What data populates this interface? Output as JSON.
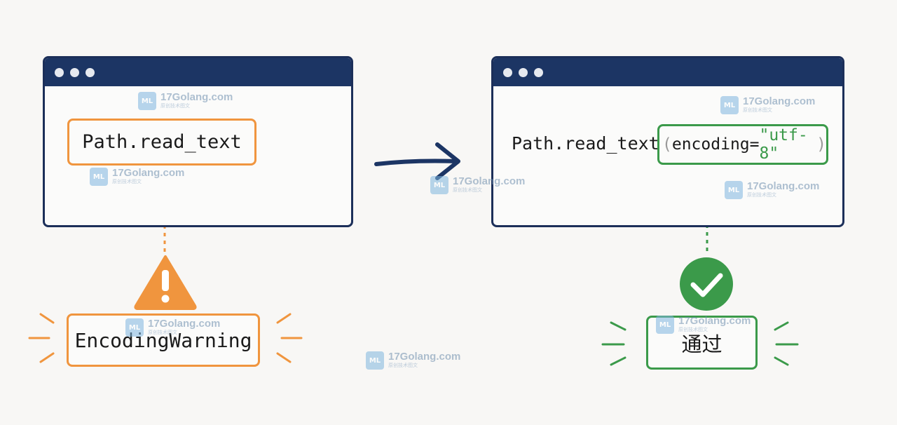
{
  "left": {
    "code": "Path.read_text",
    "warning": "EncodingWarning"
  },
  "right": {
    "code": "Path.read_text",
    "arg_open": "(",
    "arg_key": "encoding=",
    "arg_value": "\"utf-8\"",
    "arg_close": ")",
    "result": "通过"
  },
  "watermark": {
    "title": "17Golang.com",
    "subtitle": "原创技术图文",
    "logo_text": "ML"
  },
  "colors": {
    "navy": "#1c3564",
    "orange": "#f0953e",
    "green": "#3b9a4a"
  },
  "icons": {
    "warning": "warning-triangle-icon",
    "success": "check-circle-icon",
    "arrow": "arrow-right-icon"
  }
}
